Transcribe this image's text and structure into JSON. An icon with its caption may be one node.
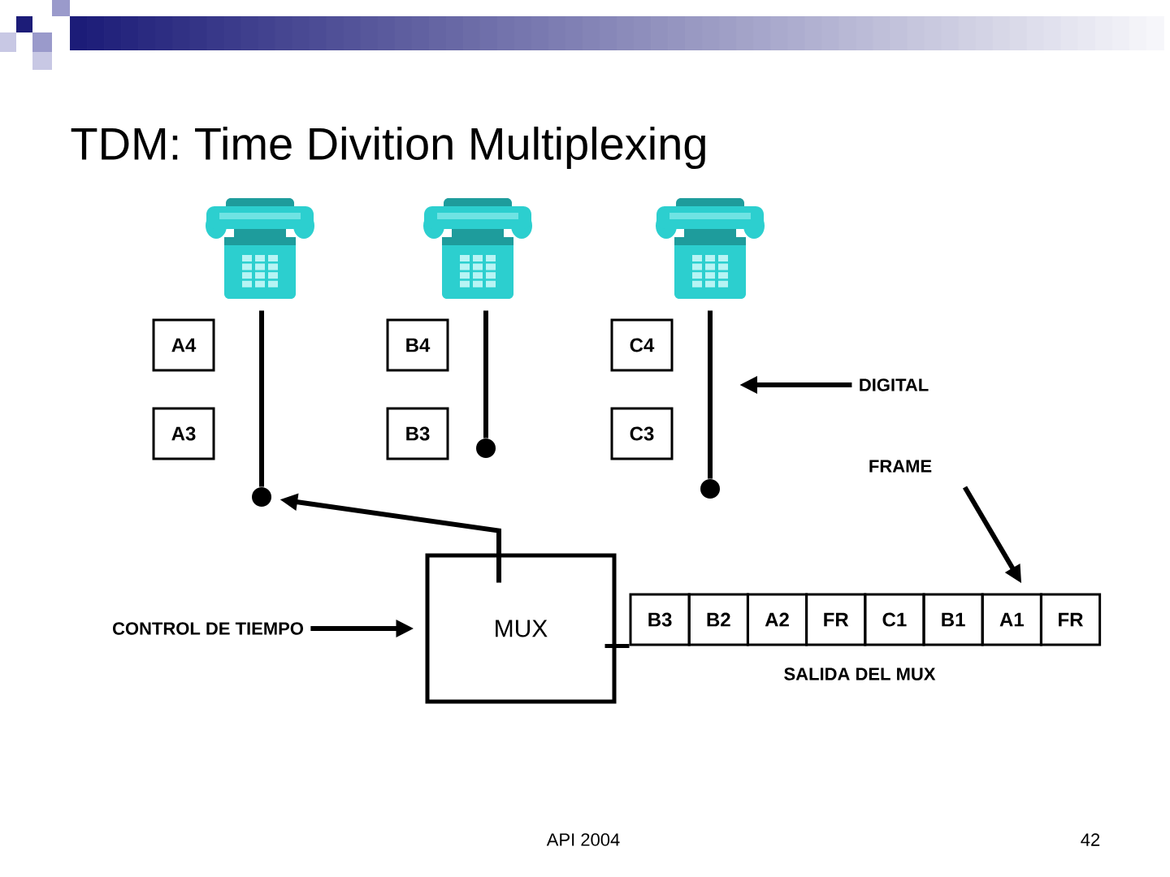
{
  "diagram": {
    "title": "TDM: Time Divition Multiplexing",
    "nodes": [
      {
        "text": [],
        "shape": "picture"
      },
      {
        "text": [],
        "shape": "picture"
      },
      {
        "text": [],
        "shape": "picture"
      },
      {
        "text": [
          "A4"
        ]
      },
      {
        "text": [
          "B4"
        ]
      },
      {
        "text": [
          "C4"
        ]
      },
      {
        "text": [
          "DIGITAL"
        ]
      },
      {
        "text": [
          "A3"
        ]
      },
      {
        "text": [
          "B3"
        ]
      },
      {
        "text": [
          "C3"
        ]
      },
      {
        "text": [
          "FRAME"
        ]
      },
      {
        "text": [],
        "shape": "circle"
      },
      {
        "text": [],
        "shape": "circle"
      },
      {
        "text": [],
        "shape": "circle"
      },
      {
        "text": [
          "CONTROL DE TIEMPO"
        ]
      },
      {
        "text": [
          "MUX"
        ]
      },
      {
        "text": [
          "B3"
        ]
      },
      {
        "text": [
          "B2"
        ]
      },
      {
        "text": [
          "A2"
        ]
      },
      {
        "text": [
          "FR"
        ]
      },
      {
        "text": [
          "C1"
        ]
      },
      {
        "text": [
          "B1"
        ]
      },
      {
        "text": [
          "A1"
        ]
      },
      {
        "text": [
          "FR"
        ]
      }
    ],
    "edges": [
      {
        "from": 0,
        "to": 11,
        "arrow": "none"
      },
      {
        "from": 1,
        "to": 12,
        "arrow": "none"
      },
      {
        "from": 2,
        "to": 13,
        "arrow": "none"
      },
      {
        "from": 6,
        "to": null,
        "arrow": "to"
      },
      {
        "from": 15,
        "to": 11,
        "arrow": "to"
      },
      {
        "from": 10,
        "to": 22,
        "arrow": "to"
      },
      {
        "from": 14,
        "to": 15,
        "arrow": "to"
      },
      {
        "from": 15,
        "to": 16,
        "arrow": "none"
      }
    ],
    "labels": [
      "SALIDA DEL MUX",
      "API 2004",
      "42"
    ]
  }
}
